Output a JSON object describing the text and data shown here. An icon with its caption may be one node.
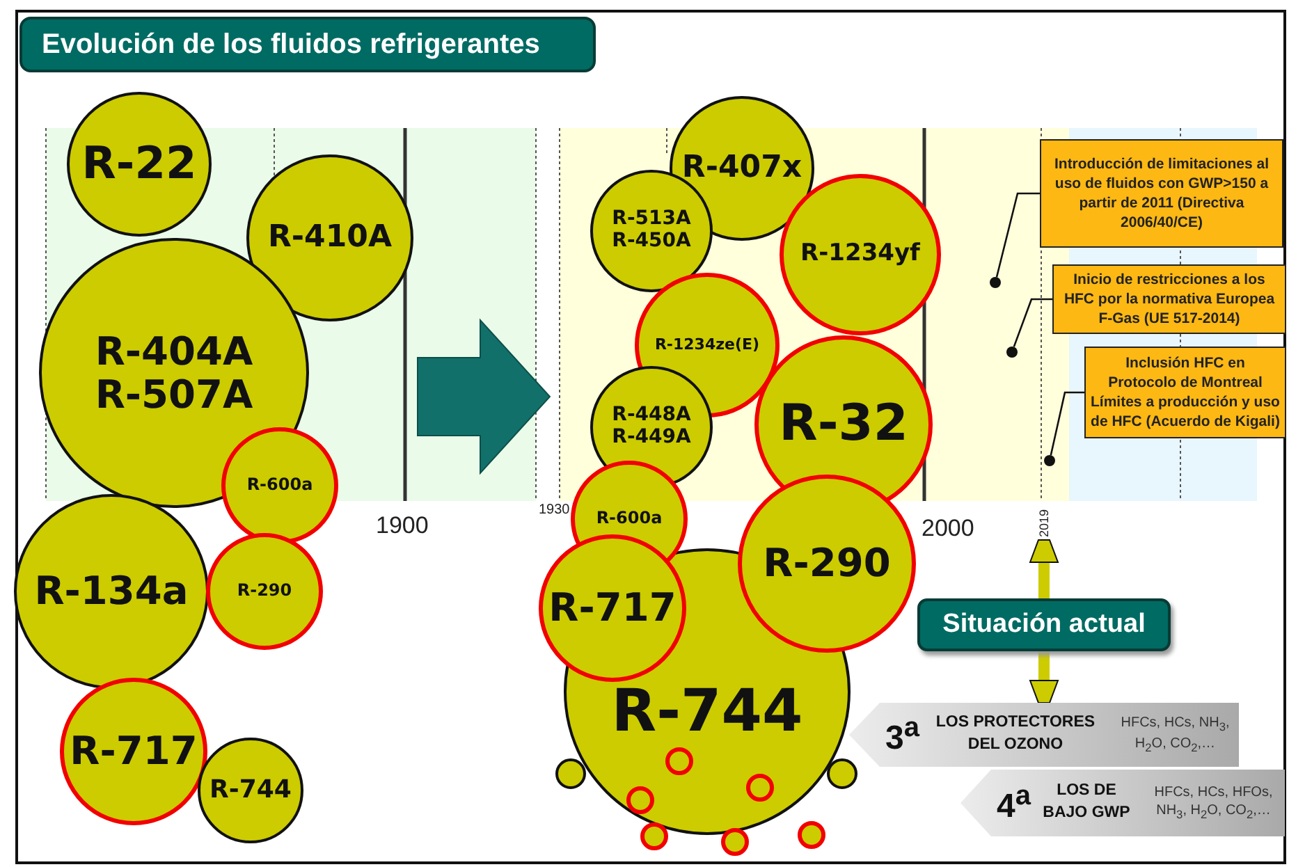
{
  "diagram": {
    "title": "Evolución de los fluidos refrigerantes",
    "nodes": [
      {
        "text": [
          "R-22"
        ]
      },
      {
        "text": [
          "R-410A"
        ]
      },
      {
        "text": [
          "R-404A R-507A"
        ]
      },
      {
        "text": [
          "R-600a"
        ]
      },
      {
        "text": [
          "R-134a"
        ]
      },
      {
        "text": [
          "R-290"
        ]
      },
      {
        "text": [
          "R-717"
        ]
      },
      {
        "text": [
          "R-744"
        ]
      },
      {
        "text": [
          "R-407x"
        ]
      },
      {
        "text": [
          "R-513A R-450A"
        ]
      },
      {
        "text": [
          "R-1234yf"
        ]
      },
      {
        "text": [
          "R-1234ze(E)"
        ]
      },
      {
        "text": [
          "R-32"
        ]
      },
      {
        "text": [
          "R-448A R-449A"
        ]
      },
      {
        "text": [
          "R-600a"
        ]
      },
      {
        "text": [
          "R-290"
        ]
      },
      {
        "text": [
          "R-717"
        ]
      },
      {
        "text": [
          "R-744"
        ]
      },
      {
        "text": [],
        "shape": "circle"
      },
      {
        "text": [],
        "shape": "circle",
        "in": 17
      },
      {
        "text": [],
        "shape": "circle"
      },
      {
        "text": [],
        "shape": "circle",
        "in": 17
      },
      {
        "text": [],
        "shape": "circle"
      },
      {
        "text": [],
        "shape": "circle",
        "in": 17
      },
      {
        "text": [],
        "shape": "circle"
      },
      {
        "text": [],
        "shape": "circle"
      },
      {
        "text": [
          "Introducción de limitaciones al uso de fluidos con GWP>150 a partir de 2011 (Directiva 2006/40/CE)"
        ]
      },
      {
        "text": [
          "Inicio de restricciones a los HFC por la normativa Europea F-Gas (UE 517-2014)"
        ]
      },
      {
        "text": [
          "Inclusión HFC en Protocolo de Montreal Límites a producción y uso de HFC (Acuerdo de Kigali)"
        ]
      },
      {
        "text": [],
        "shape": "circle"
      },
      {
        "text": [],
        "shape": "circle"
      },
      {
        "text": [],
        "shape": "circle"
      },
      {
        "text": [
          "Situación actual"
        ]
      },
      {
        "text": [
          "3$^{a}$",
          "LOS PROTECTORES DEL OZONO",
          "HFCs, HCs, NH$_{3}$, H$_{2}$O, CO$_{2}$,…"
        ]
      },
      {
        "text": [
          "4$^{a}$",
          "LOS DE BAJO GWP",
          "HFCs, HCs, HFOs, NH$_{3}$, H$_{2}$O, CO$_{2}$,…"
        ]
      },
      {
        "text": [
          "2019"
        ]
      }
    ],
    "edges": [
      {
        "from": 26,
        "to": 29,
        "arrow": "none"
      },
      {
        "from": 27,
        "to": 30,
        "arrow": "none"
      },
      {
        "from": 28,
        "to": 31,
        "arrow": "none"
      },
      {
        "from": 32,
        "to": 35,
        "arrow": "to",
        "style": "thick",
        "color": "#cccc00"
      },
      {
        "from": 32,
        "to": 33,
        "arrow": "to",
        "style": "thick",
        "color": "#cccc00"
      }
    ],
    "labels": [
      "1900",
      "1930",
      "2000"
    ]
  }
}
